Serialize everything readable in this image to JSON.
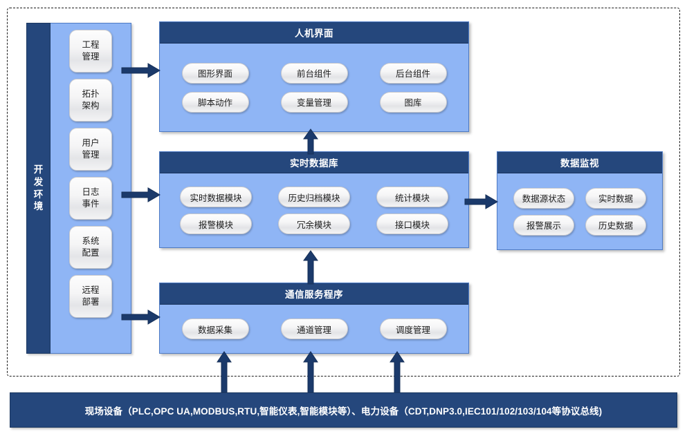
{
  "diagram": {
    "title": "SCADA system architecture diagram",
    "colors": {
      "header_navy": "#25477c",
      "panel_body_blue": "#8fb5f5",
      "arrow_navy": "#1b3a६b",
      "pill_white": "#f5f5f6",
      "boundary_dash": "#1a1a1a"
    }
  },
  "dev_env": {
    "spine_label": "开发环境",
    "items": [
      {
        "line1": "工程",
        "line2": "管理"
      },
      {
        "line1": "拓扑",
        "line2": "架构"
      },
      {
        "line1": "用户",
        "line2": "管理"
      },
      {
        "line1": "日志",
        "line2": "事件"
      },
      {
        "line1": "系统",
        "line2": "配置"
      },
      {
        "line1": "远程",
        "line2": "部署"
      }
    ]
  },
  "panels": {
    "hmi": {
      "title": "人机界面",
      "rows": [
        [
          "图形界面",
          "前台组件",
          "后台组件"
        ],
        [
          "脚本动作",
          "变量管理",
          "图库"
        ]
      ]
    },
    "rtdb": {
      "title": "实时数据库",
      "rows": [
        [
          "实时数据模块",
          "历史归档模块",
          "统计模块"
        ],
        [
          "报警模块",
          "冗余模块",
          "接口模块"
        ]
      ]
    },
    "monitor": {
      "title": "数据监视",
      "rows": [
        [
          "数据源状态",
          "实时数据"
        ],
        [
          "报警展示",
          "历史数据"
        ]
      ]
    },
    "comm": {
      "title": "通信服务程序",
      "rows": [
        [
          "数据采集",
          "通道管理",
          "调度管理"
        ]
      ]
    }
  },
  "device_bar": {
    "label": "现场设备（PLC,OPC UA,MODBUS,RTU,智能仪表,智能模块等）、电力设备（CDT,DNP3.0,IEC101/102/103/104等协议总线)"
  },
  "arrows": [
    {
      "name": "devenv-to-hmi",
      "direction": "right"
    },
    {
      "name": "devenv-to-rtdb",
      "direction": "right"
    },
    {
      "name": "devenv-to-comm",
      "direction": "right"
    },
    {
      "name": "rtdb-to-hmi",
      "direction": "up"
    },
    {
      "name": "comm-to-rtdb",
      "direction": "up"
    },
    {
      "name": "rtdb-to-monitor",
      "direction": "right"
    },
    {
      "name": "devices-to-comm-left",
      "direction": "up"
    },
    {
      "name": "devices-to-comm-center",
      "direction": "up"
    },
    {
      "name": "devices-to-comm-right",
      "direction": "up"
    }
  ]
}
